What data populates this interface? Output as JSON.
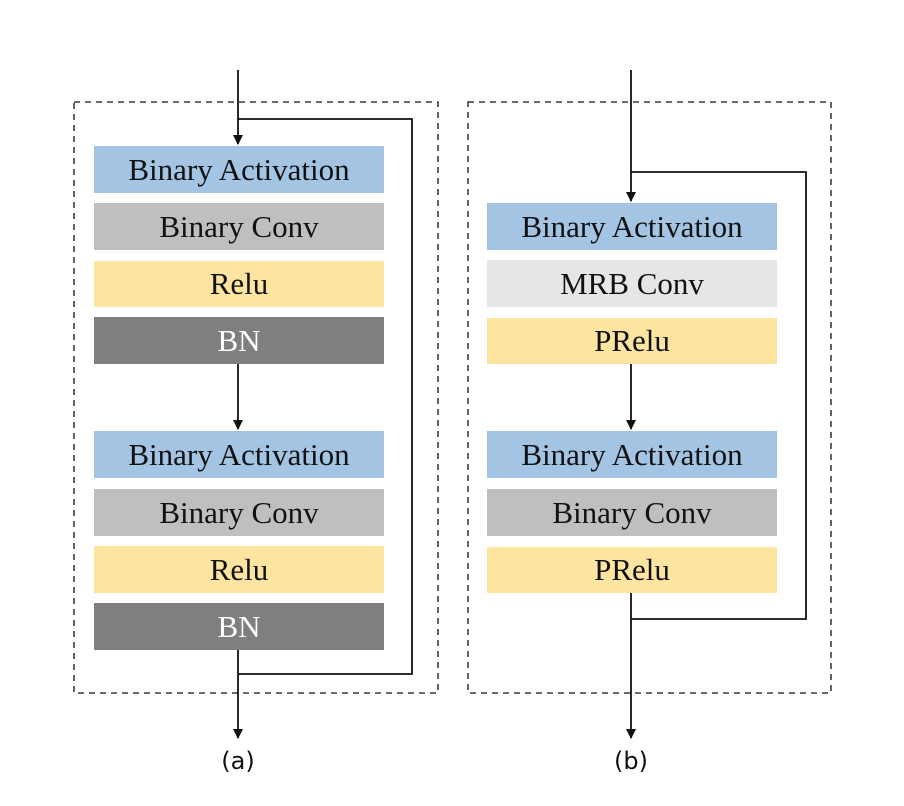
{
  "colors": {
    "activation": "#a3c4e3",
    "binary_conv": "#bfbfbf",
    "mrb_conv": "#e6e6e6",
    "relu": "#fde4a0",
    "bn": "#7f7f7f",
    "bn_text": "#ffffff",
    "line": "#111111"
  },
  "panel_a": {
    "caption": "(a)",
    "group1": {
      "activation": "Binary Activation",
      "conv": "Binary Conv",
      "relu": "Relu",
      "bn": "BN"
    },
    "group2": {
      "activation": "Binary Activation",
      "conv": "Binary Conv",
      "relu": "Relu",
      "bn": "BN"
    }
  },
  "panel_b": {
    "caption": "(b)",
    "group1": {
      "activation": "Binary Activation",
      "conv": "MRB Conv",
      "relu": "PRelu"
    },
    "group2": {
      "activation": "Binary Activation",
      "conv": "Binary Conv",
      "relu": "PRelu"
    }
  }
}
